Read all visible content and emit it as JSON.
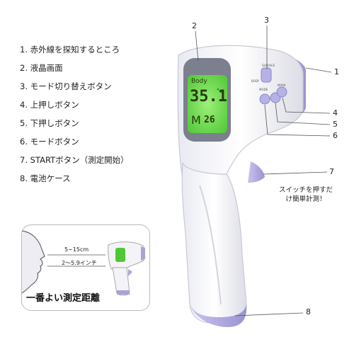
{
  "legend": [
    {
      "number": "1.",
      "text": "赤外線を探知するところ"
    },
    {
      "number": "2.",
      "text": "液晶画面"
    },
    {
      "number": "3.",
      "text": "モード切り替えボタン"
    },
    {
      "number": "4.",
      "text": "上押しボタン"
    },
    {
      "number": "5.",
      "text": "下押しボタン"
    },
    {
      "number": "6.",
      "text": "モードボタン"
    },
    {
      "number": "7.",
      "text": "STARTボタン（測定開始）"
    },
    {
      "number": "8.",
      "text": "電池ケース"
    }
  ],
  "callouts": {
    "c1": "1",
    "c2": "2",
    "c3": "3",
    "c4": "4",
    "c5": "5",
    "c6": "6",
    "c7": "7",
    "c8": "8"
  },
  "note": {
    "line1": "スイッチを押すだ",
    "line2": "け簡単計測！"
  },
  "device": {
    "display": {
      "mode": "Body",
      "reading": "35.1",
      "unit": "°c",
      "memory_label": "M",
      "memory_value": "26"
    },
    "switch_labels": {
      "top": "SURFACE",
      "left": "BODY",
      "mode": "MODE",
      "mark": "MARK"
    }
  },
  "distance_panel": {
    "distance_cm": "5~15cm",
    "distance_inch": "2～5.9インチ",
    "caption": "一番よい測定距離"
  },
  "colors": {
    "lavender": "#a9a3d8",
    "screen_green": "#6fe04a",
    "lcd_digit": "#2a3a10"
  }
}
